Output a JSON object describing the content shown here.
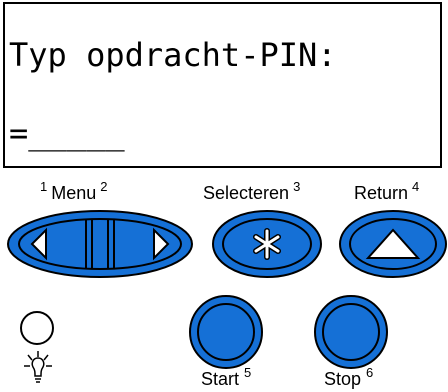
{
  "display": {
    "line1": "Typ opdracht-PIN:",
    "line2": "=_____"
  },
  "buttons": {
    "menu": {
      "num_left": "1",
      "label": "Menu",
      "num_right": "2"
    },
    "select": {
      "label": "Selecteren",
      "num": "3"
    },
    "return": {
      "label": "Return",
      "num": "4"
    },
    "start": {
      "label": "Start",
      "num": "5"
    },
    "stop": {
      "label": "Stop",
      "num": "6"
    }
  },
  "colors": {
    "button_fill": "#1570d6",
    "outline": "#000000",
    "glyph": "#ffffff"
  },
  "icons": {
    "indicator": "indicator-light-icon",
    "power": "light-bulb-icon"
  }
}
